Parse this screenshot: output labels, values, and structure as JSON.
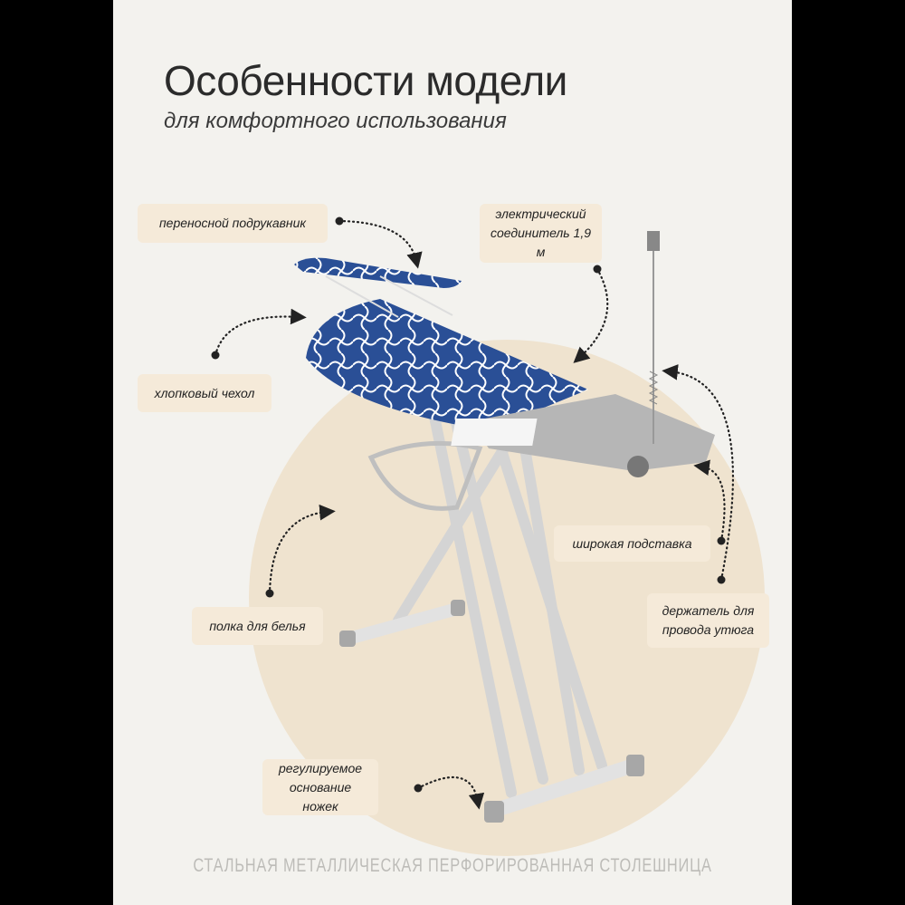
{
  "title": "Особенности модели",
  "subtitle": "для комфортного использования",
  "features": [
    {
      "label": "переносной подрукавник"
    },
    {
      "label": "электрический соединитель 1,9 м"
    },
    {
      "label": "хлопковый чехол"
    },
    {
      "label": "широкая подставка"
    },
    {
      "label": "держатель для провода утюга"
    },
    {
      "label": "полка для белья"
    },
    {
      "label": "регулируемое основание ножек"
    }
  ],
  "footer": "СТАЛЬНАЯ МЕТАЛЛИЧЕСКАЯ ПЕРФОРИРОВАННАЯ СТОЛЕШНИЦА",
  "colors": {
    "background": "#f3f2ee",
    "circle": "#efe3cf",
    "label_bg": "#f5ead9",
    "board": "#2a4f96"
  }
}
